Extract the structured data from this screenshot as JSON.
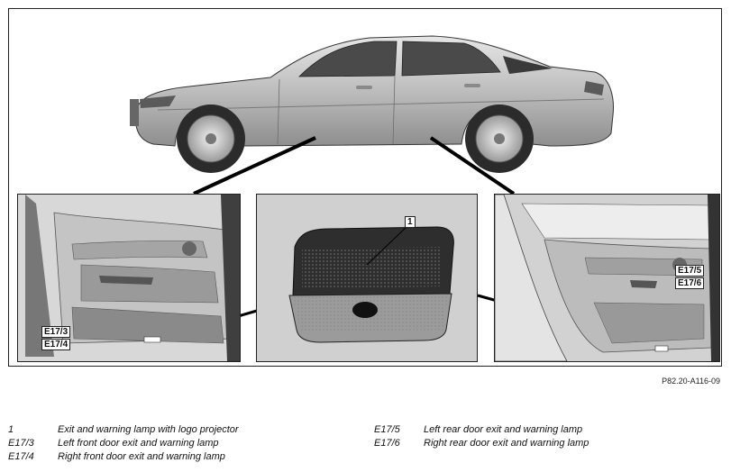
{
  "figure": {
    "callouts": {
      "lamp": "1",
      "front_a": "E17/3",
      "front_b": "E17/4",
      "rear_a": "E17/5",
      "rear_b": "E17/6"
    },
    "reference_code": "P82.20-A116-09"
  },
  "legend": [
    {
      "key": "1",
      "label": "Exit and warning lamp with logo projector"
    },
    {
      "key": "E17/3",
      "label": "Left front door exit and warning lamp"
    },
    {
      "key": "E17/4",
      "label": "Right front door exit and warning lamp"
    },
    {
      "key": "E17/5",
      "label": "Left rear door exit and warning lamp"
    },
    {
      "key": "E17/6",
      "label": "Right rear door exit and warning lamp"
    }
  ]
}
